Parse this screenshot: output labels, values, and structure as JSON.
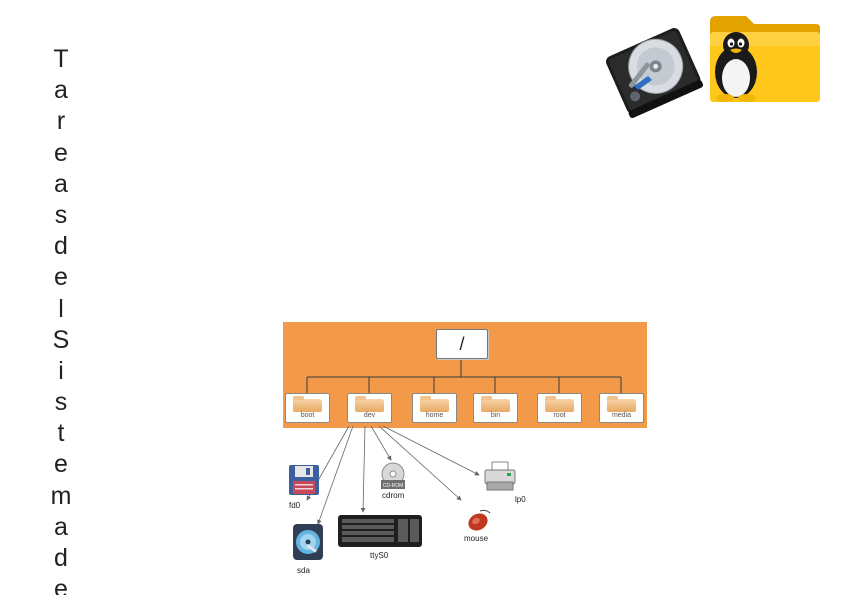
{
  "vertical_title": [
    "T",
    "a",
    "r",
    "e",
    "a",
    "s",
    "d",
    "e",
    "l",
    "S",
    "i",
    "s",
    "t",
    "e",
    "m",
    "a",
    "d",
    "e"
  ],
  "diagram": {
    "root_label": "/",
    "directories": [
      {
        "name": "boot"
      },
      {
        "name": "dev"
      },
      {
        "name": "home"
      },
      {
        "name": "bin"
      },
      {
        "name": "root"
      },
      {
        "name": "media"
      }
    ],
    "devices": {
      "fd0": "fd0",
      "sda": "sda",
      "ttyS0": "ttyS0",
      "cdrom": "cdrom",
      "cdrom_disc_text": "CD-ROM",
      "mouse": "mouse",
      "lp0": "lp0"
    }
  },
  "colors": {
    "panel": "#f39a4a",
    "folder": "#f5b700",
    "arrow": "#666666"
  },
  "icons": [
    "hard-drive-icon",
    "linux-folder-icon",
    "floppy-icon",
    "hard-disk-icon",
    "keyboard-icon",
    "cdrom-icon",
    "mouse-icon",
    "printer-icon"
  ]
}
